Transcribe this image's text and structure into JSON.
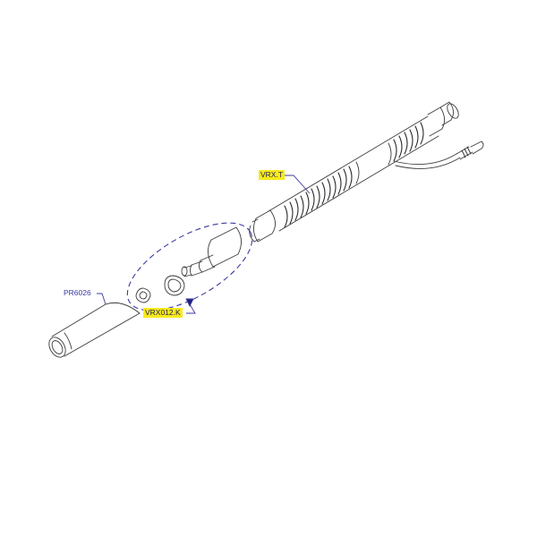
{
  "diagram": {
    "type": "exploded parts view",
    "colors": {
      "outline": "#3c3c3c",
      "leader": "#3a3aa0",
      "highlight": "#f7ea1c",
      "group_boundary": "#3a3aa0"
    },
    "parts": [
      {
        "id": "vrx_t",
        "label": "VRX.T",
        "highlighted": true,
        "description": "corrugated hose assembly with connector and cable"
      },
      {
        "id": "vrx012_k",
        "label": "VRX012.K",
        "highlighted": true,
        "description": "nozzle kit group (dashed outline) containing adapter and two rings"
      },
      {
        "id": "pr6026",
        "label": "PR6026",
        "highlighted": false,
        "description": "tapered handpiece cover"
      }
    ]
  }
}
